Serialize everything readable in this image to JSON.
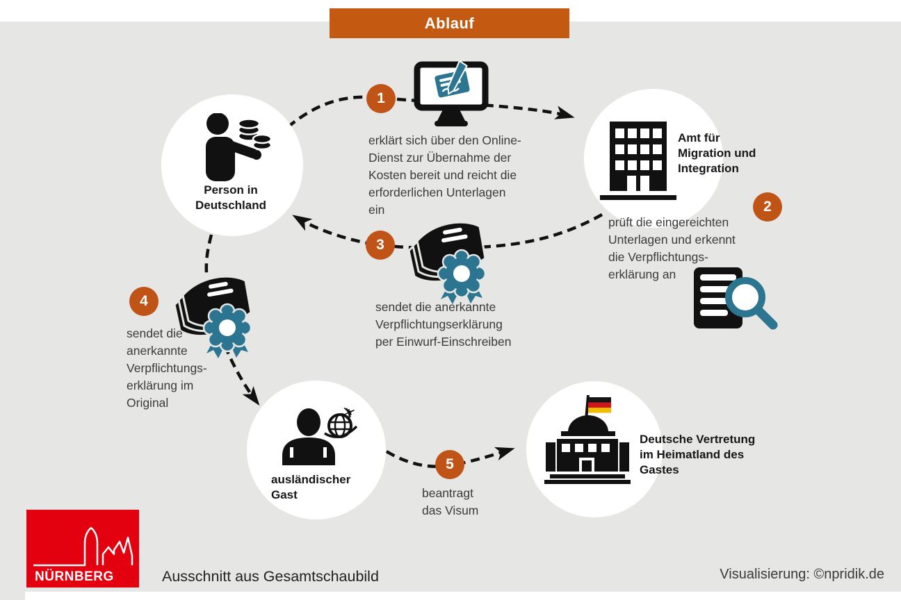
{
  "title": "Ablauf",
  "nodes": {
    "person": {
      "label": "Person in\nDeutschland"
    },
    "amt": {
      "label": "Amt für\nMigration und\nIntegration"
    },
    "gast": {
      "label": "ausländischer\nGast"
    },
    "vertretung": {
      "label": "Deutsche Vertretung\nim Heimatland des\nGastes"
    }
  },
  "steps": [
    {
      "number": "1",
      "text": "erklärt sich über den Online-\nDienst zur Übernahme der\nKosten bereit und reicht die\nerforderlichen Unterlagen\nein"
    },
    {
      "number": "2",
      "text": "prüft die eingereichten\nUnterlagen und erkennt\ndie Verpflichtungs-\nerklärung an"
    },
    {
      "number": "3",
      "text": "sendet die anerkannte\nVerpflichtungserklärung\nper Einwurf-Einschreiben"
    },
    {
      "number": "4",
      "text": "sendet die\nanerkannte\nVerpflichtungs-\nerklärung im\nOriginal"
    },
    {
      "number": "5",
      "text": "beantragt\ndas Visum"
    }
  ],
  "icons": {
    "step1": "monitor-online-signing-icon",
    "step2": "document-magnifier-icon",
    "step3": "certificate-seal-icon",
    "step4": "certificate-seal-icon",
    "person": "person-with-coins-icon",
    "amt": "office-building-icon",
    "gast": "traveler-globe-plane-icon",
    "vertretung": "embassy-flag-icon"
  },
  "footer": {
    "logo_text": "NÜRNBERG",
    "caption": "Ausschnitt aus Gesamtschaubild",
    "credit": "Visualisierung: ©npridik.de"
  },
  "colors": {
    "background_gray": "#E6E6E5",
    "header_orange": "#C45A11",
    "badge_orange": "#C05316",
    "teal": "#2B7591",
    "arrow_black": "#111111",
    "text_gray": "#3A3A3A",
    "logo_red": "#E3000F",
    "flag_black": "#151515",
    "flag_red": "#D2151B",
    "flag_gold": "#F0BC00"
  }
}
